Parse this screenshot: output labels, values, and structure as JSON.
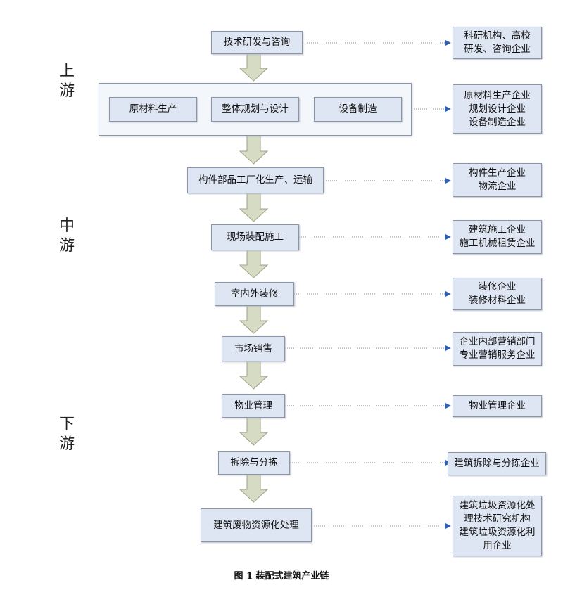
{
  "stages": {
    "upstream": [
      "上",
      "游"
    ],
    "midstream": [
      "中",
      "游"
    ],
    "downstream": [
      "下",
      "游"
    ]
  },
  "chain": [
    {
      "label": "技术研发与咨询",
      "enterprises": [
        "科研机构、高校",
        "研发、咨询企业"
      ]
    },
    {
      "group": [
        "原材料生产",
        "整体规划与设计",
        "设备制造"
      ],
      "enterprises": [
        "原材料生产企业",
        "规划设计企业",
        "设备制造企业"
      ]
    },
    {
      "label": "构件部品工厂化生产、运输",
      "enterprises": [
        "构件生产企业",
        "物流企业"
      ]
    },
    {
      "label": "现场装配施工",
      "enterprises": [
        "建筑施工企业",
        "施工机械租赁企业"
      ]
    },
    {
      "label": "室内外装修",
      "enterprises": [
        "装修企业",
        "装修材料企业"
      ]
    },
    {
      "label": "市场销售",
      "enterprises": [
        "企业内部营销部门",
        "专业营销服务企业"
      ]
    },
    {
      "label": "物业管理",
      "enterprises": [
        "物业管理企业"
      ]
    },
    {
      "label": "拆除与分拣",
      "enterprises": [
        "建筑拆除与分拣企业"
      ]
    },
    {
      "label": "建筑废物资源化处理",
      "enterprises": [
        "建筑垃圾资源化处",
        "理技术研究机构",
        "建筑垃圾资源化利",
        "用企业"
      ]
    }
  ],
  "caption": "图 1   装配式建筑产业链",
  "colors": {
    "box_fill": "#dfe6f3",
    "box_border": "#8a95a8",
    "arrow_fill": "#d6dcc4",
    "arrow_stroke": "#9aa284",
    "connector": "#8d9199",
    "connector_arrowhead": "#2f5fb3"
  }
}
